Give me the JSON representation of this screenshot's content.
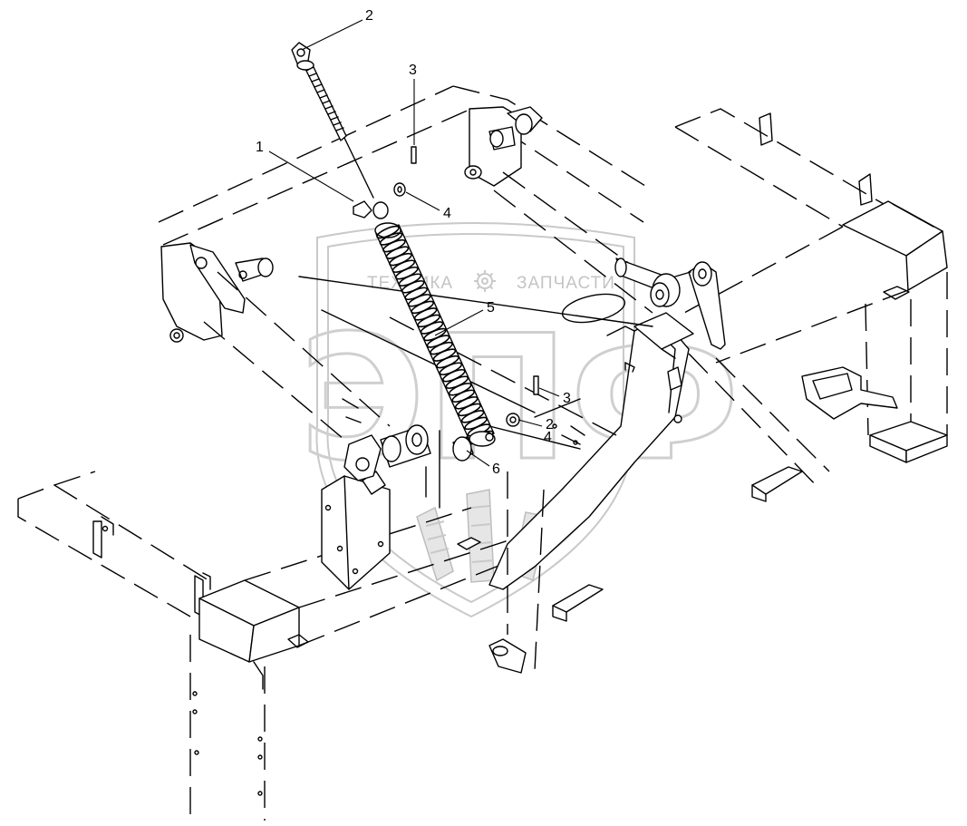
{
  "watermark": {
    "company": "ТЕХНИКА",
    "parts": "ЗАПЧАСТИ",
    "logo_letters": "ЭПФ",
    "gear_icon": "gear-icon",
    "sprouts_icon": "wheat-sprouts-icon"
  },
  "callouts": [
    {
      "id": "1",
      "label": "1"
    },
    {
      "id": "2",
      "label": "2"
    },
    {
      "id": "3a",
      "label": "3"
    },
    {
      "id": "4a",
      "label": "4"
    },
    {
      "id": "5",
      "label": "5"
    },
    {
      "id": "3b",
      "label": "3"
    },
    {
      "id": "2b",
      "label": "2"
    },
    {
      "id": "4b",
      "label": "4"
    },
    {
      "id": "6",
      "label": "6"
    }
  ]
}
